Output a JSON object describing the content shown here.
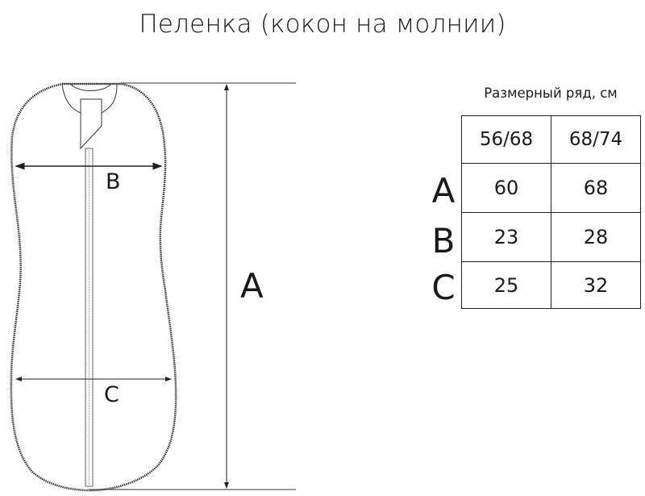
{
  "title": "Пеленка (кокон на молнии)",
  "diagram": {
    "labels": {
      "A": "A",
      "B": "B",
      "C": "C"
    }
  },
  "size_table": {
    "caption": "Размерный ряд, см",
    "columns": [
      "56/68",
      "68/74"
    ],
    "rows": [
      {
        "label": "A",
        "values": [
          "60",
          "68"
        ]
      },
      {
        "label": "B",
        "values": [
          "23",
          "28"
        ]
      },
      {
        "label": "C",
        "values": [
          "25",
          "32"
        ]
      }
    ]
  }
}
